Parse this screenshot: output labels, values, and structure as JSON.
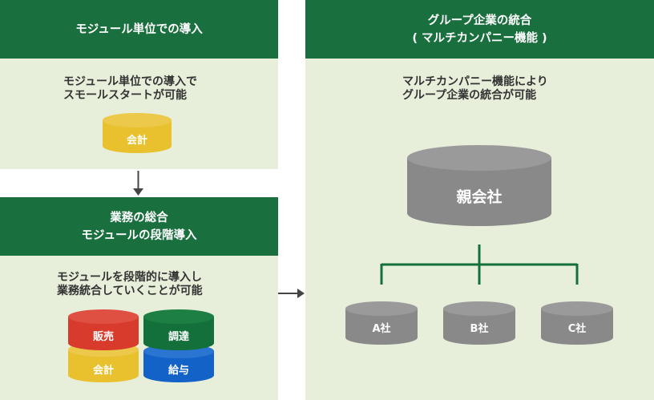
{
  "left_top": {
    "header": "モジュール単位での導入",
    "desc": "モジュール単位での導入で\nスモールスタートが可能",
    "module": "会計"
  },
  "left_bottom": {
    "header_line1": "業務の総合",
    "header_line2": "モジュールの段階導入",
    "desc": "モジュールを段階的に導入し\n業務統合していくことが可能",
    "modules": [
      "販売",
      "調達",
      "会計",
      "給与"
    ]
  },
  "right": {
    "header_line1": "グループ企業の統合",
    "header_line2": "( マルチカンパニー機能 )",
    "desc": "マルチカンパニー機能により\nグループ企業の統合が可能",
    "parent": "親会社",
    "children": [
      "A社",
      "B社",
      "C社"
    ]
  },
  "colors": {
    "header_green": "#1a6f3e",
    "panel_bg": "#e7efda",
    "yellow": "#e9c12e",
    "red": "#d83a2c",
    "green": "#13703a",
    "blue": "#1262c7",
    "gray": "#898989",
    "arrow": "#444444"
  }
}
